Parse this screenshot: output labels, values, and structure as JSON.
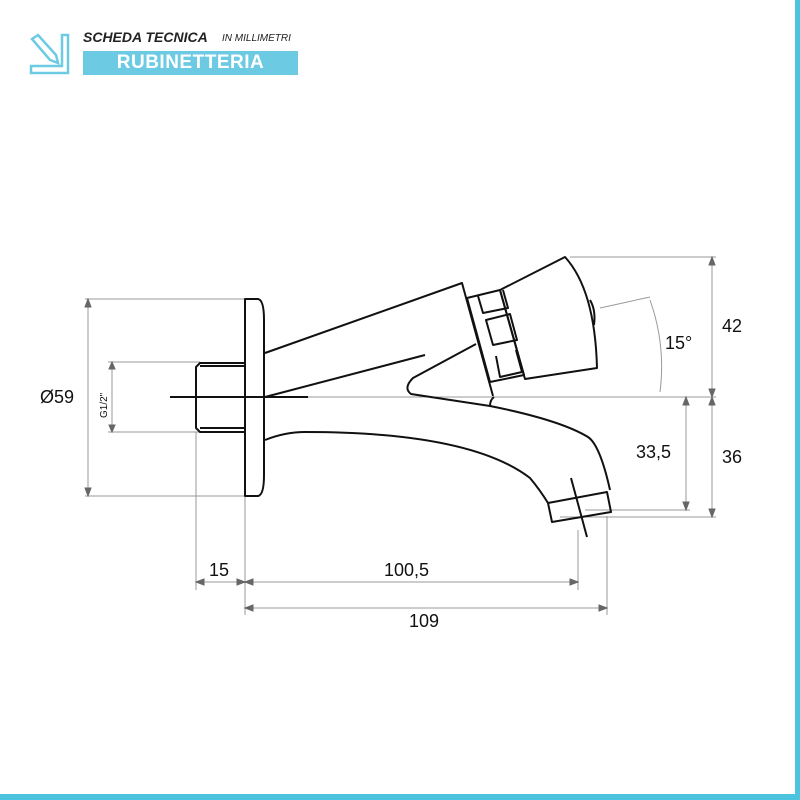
{
  "header": {
    "title": "SCHEDA TECNICA",
    "unit": "IN MILLIMETRI",
    "category": "RUBINETTERIA"
  },
  "colors": {
    "accent": "#6ccbe3",
    "border": "#4cc3df"
  },
  "dimensions": {
    "diameter": "Ø59",
    "thread": "G1/2\"",
    "stem_length": "15",
    "spout_reach": "100,5",
    "total_length": "109",
    "height_top": "42",
    "angle": "15°",
    "outlet_height": "33,5",
    "height_bottom": "36"
  }
}
